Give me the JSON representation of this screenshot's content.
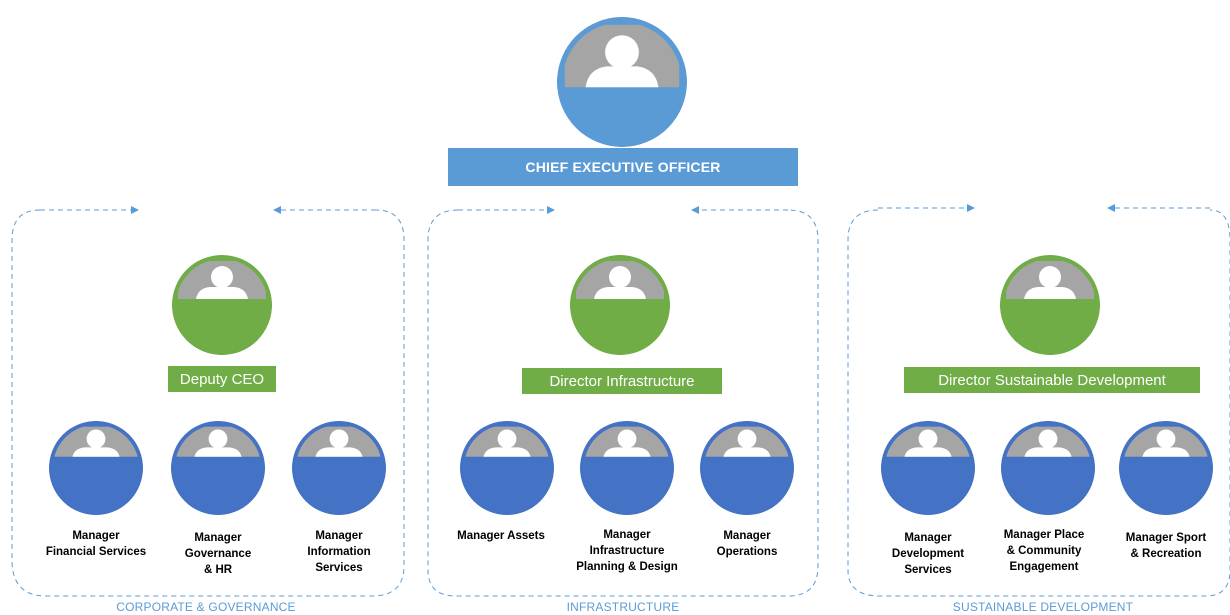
{
  "ceo": {
    "title": "CHIEF EXECUTIVE OFFICER"
  },
  "departments": [
    {
      "name": "CORPORATE & GOVERNANCE",
      "director": "Deputy CEO",
      "managers": [
        "Manager\nFinancial Services",
        "Manager\nGovernance\n& HR",
        "Manager\nInformation\nServices"
      ]
    },
    {
      "name": "INFRASTRUCTURE",
      "director": "Director Infrastructure",
      "managers": [
        "Manager Assets",
        "Manager\nInfrastructure\nPlanning & Design",
        "Manager\nOperations"
      ]
    },
    {
      "name": "SUSTAINABLE DEVELOPMENT",
      "director": "Director Sustainable Development",
      "managers": [
        "Manager\nDevelopment\nServices",
        "Manager Place\n& Community\nEngagement",
        "Manager Sport\n& Recreation"
      ]
    }
  ],
  "colors": {
    "ceo_fill": "#5b9bd5",
    "director_fill": "#70ad47",
    "manager_fill": "#4472c4",
    "silhouette_bg": "#a5a5a5",
    "connector": "#5b9bd5"
  },
  "icons": {
    "person": "person-silhouette-icon",
    "connector": "dashed-arrow-connector"
  }
}
